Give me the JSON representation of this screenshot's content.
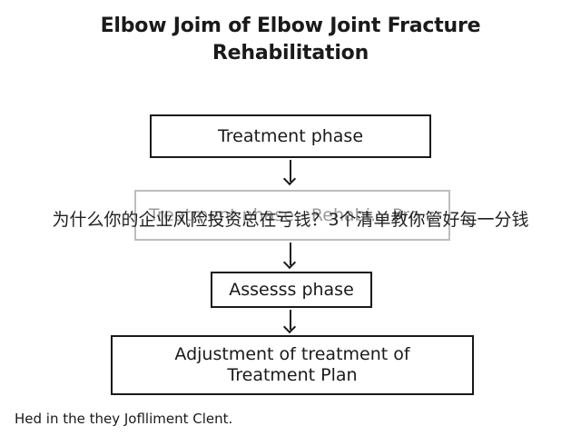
{
  "diagram": {
    "title_line1": "Elbow Joim of Elbow Joint Fracture",
    "title_line2": "Rehabilitation",
    "nodes": [
      {
        "label": "Treatment phase"
      },
      {
        "label": "Treatment phase - Rehabi... Pro..."
      },
      {
        "label": "Assesss phase"
      },
      {
        "label_line1": "Adjustment of treatment of",
        "label_line2": "Treatment Plan"
      }
    ],
    "caption": "Hed in the they Joflliment Clent."
  },
  "overlay": {
    "text": "为什么你的企业风险投资总在亏钱？3个清单教你管好每一分钱"
  }
}
